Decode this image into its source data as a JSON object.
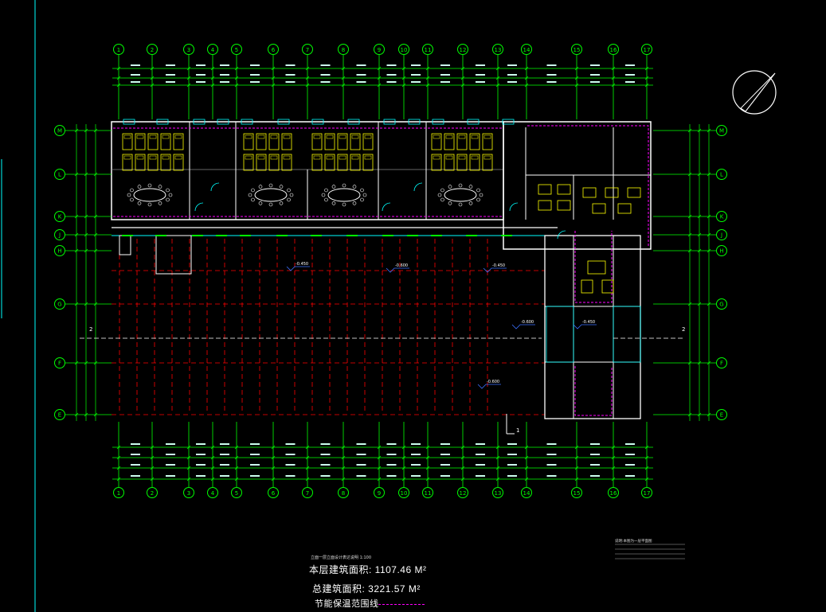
{
  "drawing": {
    "axes_top": [
      "1",
      "2",
      "3",
      "4",
      "5",
      "6",
      "7",
      "8",
      "9",
      "10",
      "11",
      "12",
      "13",
      "14",
      "15",
      "16",
      "17"
    ],
    "axes_bottom": [
      "1",
      "2",
      "3",
      "4",
      "5",
      "6",
      "7",
      "8",
      "9",
      "10",
      "11",
      "12",
      "13",
      "14",
      "15",
      "16",
      "17"
    ],
    "axes_left": [
      "M",
      "L",
      "K",
      "J",
      "H",
      "G",
      "F",
      "E"
    ],
    "axes_right": [
      "M",
      "L",
      "K",
      "J",
      "H",
      "G",
      "F",
      "E"
    ],
    "section_mark_label": "2",
    "section_mark_right_label": "2",
    "bottom_mark_label": "1",
    "level_labels": [
      "-0.450",
      "-0.600",
      "-0.450",
      "-0.600",
      "-0.450",
      "-0.600"
    ],
    "area_label": "本层建筑面积: 1107.46 M²",
    "total_area_label": "总建筑面积: 3221.57 M²",
    "insulation_label": "节能保温范围线",
    "notes_small": "立面一层立面设计表达说明 1:100",
    "legend_title": "说明:本图为一层平面图",
    "colors": {
      "axis_green": "#00ff00",
      "grid_red": "#ff0000",
      "wall_white": "#ffffff",
      "furniture_yellow": "#ffff00",
      "door_cyan": "#00ffff",
      "insulation_magenta": "#ff00ff",
      "level_blue": "#3a6fff"
    }
  }
}
